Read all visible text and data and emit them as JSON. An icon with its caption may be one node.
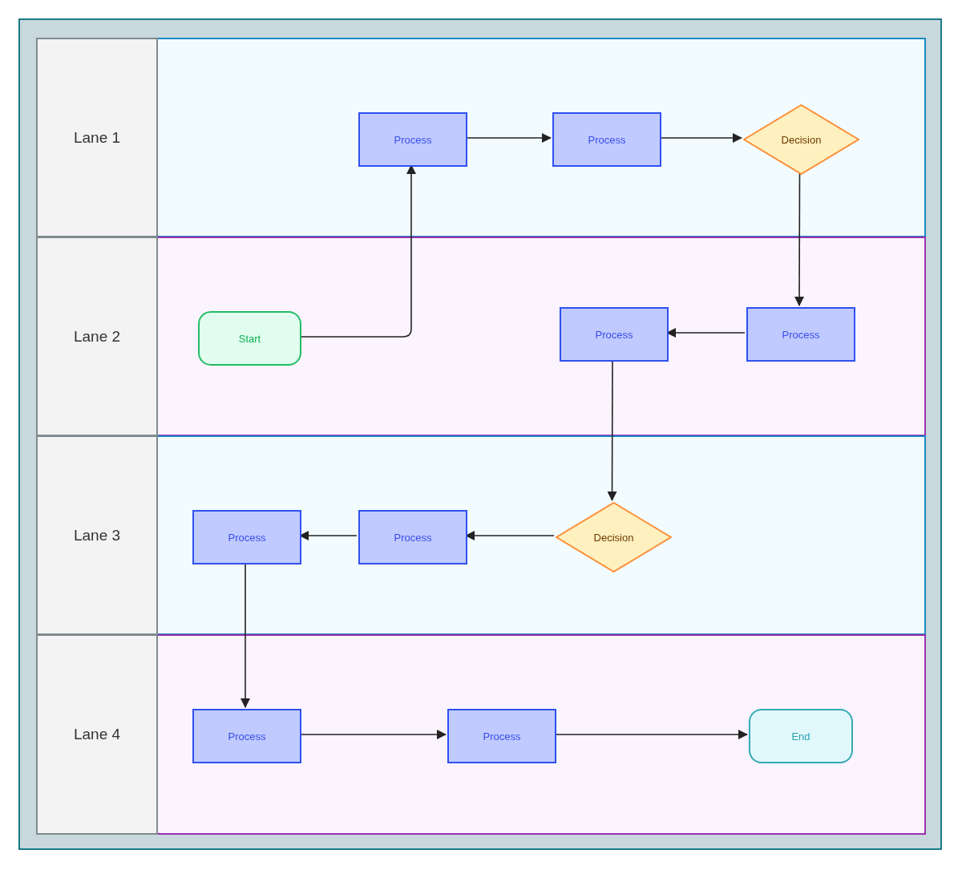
{
  "diagram": {
    "nodes": [
      {
        "text": [
          "Lane 1"
        ]
      },
      {
        "text": [
          "Process"
        ],
        "in": 0
      },
      {
        "text": [
          "Process"
        ],
        "in": 0
      },
      {
        "text": [
          "Decision"
        ],
        "in": 0
      },
      {
        "text": [
          "Lane 2"
        ]
      },
      {
        "text": [
          "Start"
        ],
        "in": 4
      },
      {
        "text": [
          "Process"
        ],
        "in": 4
      },
      {
        "text": [
          "Process"
        ],
        "in": 4
      },
      {
        "text": [
          "Lane 3"
        ]
      },
      {
        "text": [
          "Process"
        ],
        "in": 8
      },
      {
        "text": [
          "Process"
        ],
        "in": 8
      },
      {
        "text": [
          "Decision"
        ],
        "in": 8
      },
      {
        "text": [
          "Lane 4"
        ]
      },
      {
        "text": [
          "Process"
        ],
        "in": 12
      },
      {
        "text": [
          "Process"
        ],
        "in": 12
      },
      {
        "text": [
          "End"
        ],
        "in": 12
      }
    ],
    "edges": [
      {
        "from": 5,
        "to": 1,
        "arrow": "to"
      },
      {
        "from": 1,
        "to": 2,
        "arrow": "to"
      },
      {
        "from": 2,
        "to": 3,
        "arrow": "to"
      },
      {
        "from": 3,
        "to": 7,
        "arrow": "to"
      },
      {
        "from": 7,
        "to": 6,
        "arrow": "to"
      },
      {
        "from": 6,
        "to": 11,
        "arrow": "to"
      },
      {
        "from": 11,
        "to": 10,
        "arrow": "to"
      },
      {
        "from": 10,
        "to": 9,
        "arrow": "to"
      },
      {
        "from": 9,
        "to": 13,
        "arrow": "to"
      },
      {
        "from": 13,
        "to": 14,
        "arrow": "to"
      },
      {
        "from": 14,
        "to": 15,
        "arrow": "to"
      }
    ]
  }
}
